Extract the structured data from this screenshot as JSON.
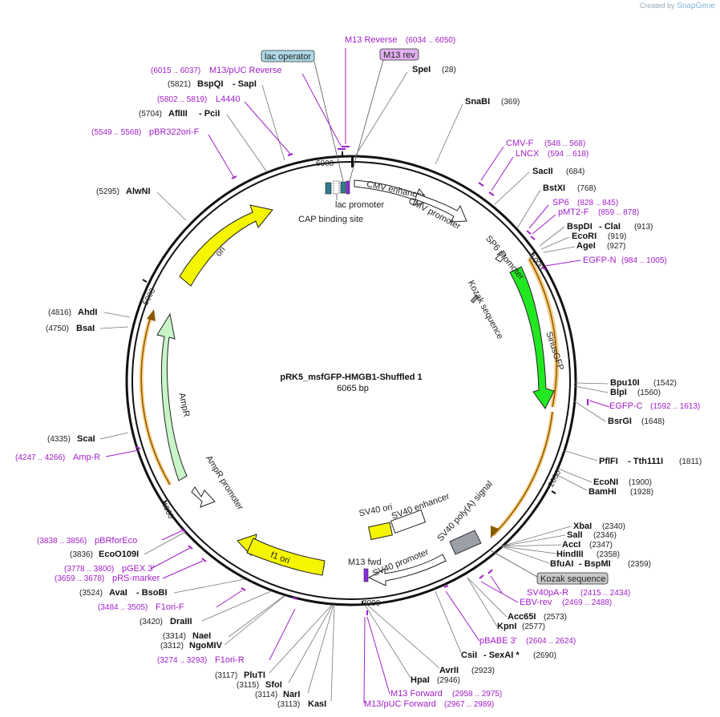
{
  "credit": {
    "prefix": "Created by",
    "brand": "SnapGene"
  },
  "plasmid": {
    "name": "pRK5_msfGFP-HMGB1-Shuffled 1",
    "size": "6065 bp"
  },
  "ticks": [
    "1000",
    "2000",
    "3000",
    "4000",
    "5000",
    "6000"
  ],
  "features": [
    {
      "name": "CMV enhancer",
      "color": "#ffffff"
    },
    {
      "name": "CMV promoter",
      "color": "#ffffff"
    },
    {
      "name": "SiriusGFP",
      "color": "#22e822"
    },
    {
      "name": "SV40 poly(A) signal",
      "color": "#9aa0a6"
    },
    {
      "name": "f1 ori",
      "color": "#f5f500"
    },
    {
      "name": "AmpR",
      "color": "#c8f5c8"
    },
    {
      "name": "AmpR promoter",
      "color": "#ffffff"
    },
    {
      "name": "ori",
      "color": "#f5f500"
    },
    {
      "name": "SV40 ori",
      "color": "#f5f500"
    },
    {
      "name": "SV40 enhancer",
      "color": "#ffffff"
    },
    {
      "name": "SV40 promoter",
      "color": "#ffffff"
    },
    {
      "name": "SP6 promoter",
      "color": "#ffffff"
    },
    {
      "name": "Kozak sequence",
      "color": "#9aa0a6"
    },
    {
      "name": "lac promoter",
      "color": "#ffffff"
    },
    {
      "name": "CAP binding site",
      "color": "#2e7d8c"
    },
    {
      "name": "M13 fwd",
      "color": "#8a2be2"
    },
    {
      "name": "lac operator",
      "color": "#add8e6"
    },
    {
      "name": "M13 rev",
      "color": "#e0b0f0"
    }
  ],
  "sites": [
    {
      "name": "SpeI",
      "pos": "(28)"
    },
    {
      "name": "SnaBI",
      "pos": "(369)"
    },
    {
      "name": "SacII",
      "pos": "(684)"
    },
    {
      "name": "BstXI",
      "pos": "(768)"
    },
    {
      "name": "BspDI",
      "alt": "- ClaI",
      "pos": "(913)"
    },
    {
      "name": "EcoRI",
      "pos": "(919)"
    },
    {
      "name": "AgeI",
      "pos": "(927)"
    },
    {
      "name": "Bpu10I",
      "pos": "(1542)"
    },
    {
      "name": "BlpI",
      "pos": "(1560)"
    },
    {
      "name": "BsrGI",
      "pos": "(1648)"
    },
    {
      "name": "PflFI",
      "alt": "- Tth111I",
      "pos": "(1811)"
    },
    {
      "name": "EcoNI",
      "pos": "(1900)"
    },
    {
      "name": "BamHI",
      "pos": "(1928)"
    },
    {
      "name": "XbaI",
      "pos": "(2340)"
    },
    {
      "name": "SalI",
      "pos": "(2346)"
    },
    {
      "name": "AccI",
      "pos": "(2347)"
    },
    {
      "name": "HindIII",
      "pos": "(2358)"
    },
    {
      "name": "BfuAI",
      "alt": "- BspMI",
      "pos": "(2359)"
    },
    {
      "name": "Acc65I",
      "pos": "(2573)"
    },
    {
      "name": "KpnI",
      "pos": "(2577)"
    },
    {
      "name": "CsiI",
      "alt": "- SexAI *",
      "pos": "(2690)"
    },
    {
      "name": "AvrII",
      "pos": "(2923)"
    },
    {
      "name": "HpaI",
      "pos": "(2946)"
    },
    {
      "name": "KasI",
      "pos": "(3113)"
    },
    {
      "name": "NarI",
      "pos": "(3114)"
    },
    {
      "name": "SfoI",
      "pos": "(3115)"
    },
    {
      "name": "PluTI",
      "pos": "(3117)"
    },
    {
      "name": "NgoMIV",
      "pos": "(3312)"
    },
    {
      "name": "NaeI",
      "pos": "(3314)"
    },
    {
      "name": "DraIII",
      "pos": "(3420)"
    },
    {
      "name": "AvaI",
      "alt": "- BsoBI",
      "pos": "(3524)"
    },
    {
      "name": "EcoO109I",
      "pos": "(3836)"
    },
    {
      "name": "ScaI",
      "pos": "(4335)"
    },
    {
      "name": "BsaI",
      "pos": "(4750)"
    },
    {
      "name": "AhdI",
      "pos": "(4816)"
    },
    {
      "name": "AlwNI",
      "pos": "(5295)"
    },
    {
      "name": "AflIII",
      "alt": "- PciI",
      "pos": "(5704)"
    },
    {
      "name": "BspQI",
      "alt": "- SapI",
      "pos": "(5821)"
    }
  ],
  "primers": [
    {
      "name": "M13 Reverse",
      "pos": "(6034 .. 6050)"
    },
    {
      "name": "M13/pUC Reverse",
      "pos": "(6015 .. 6037)"
    },
    {
      "name": "L4440",
      "pos": "(5802 .. 5819)"
    },
    {
      "name": "pBR322ori-F",
      "pos": "(5549 .. 5568)"
    },
    {
      "name": "CMV-F",
      "pos": "(548 .. 568)"
    },
    {
      "name": "LNCX",
      "pos": "(594 .. 618)"
    },
    {
      "name": "SP6",
      "pos": "(828 .. 845)"
    },
    {
      "name": "pMT2-F",
      "pos": "(859 .. 878)"
    },
    {
      "name": "EGFP-N",
      "pos": "(984 .. 1005)"
    },
    {
      "name": "EGFP-C",
      "pos": "(1592 .. 1613)"
    },
    {
      "name": "SV40pA-R",
      "pos": "(2415 .. 2434)"
    },
    {
      "name": "EBV-rev",
      "pos": "(2469 .. 2488)"
    },
    {
      "name": "pBABE 3'",
      "pos": "(2604 .. 2624)"
    },
    {
      "name": "M13 Forward",
      "pos": "(2958 .. 2975)"
    },
    {
      "name": "M13/pUC Forward",
      "pos": "(2967 .. 2989)"
    },
    {
      "name": "F1ori-R",
      "pos": "(3274 .. 3293)"
    },
    {
      "name": "F1ori-F",
      "pos": "(3484 .. 3505)"
    },
    {
      "name": "pRS-marker",
      "pos": "(3659 .. 3678)"
    },
    {
      "name": "pGEX 3'",
      "pos": "(3778 .. 3800)"
    },
    {
      "name": "pBRforEco",
      "pos": "(3838 .. 3856)"
    },
    {
      "name": "Amp-R",
      "pos": "(4247 .. 4266)"
    }
  ]
}
